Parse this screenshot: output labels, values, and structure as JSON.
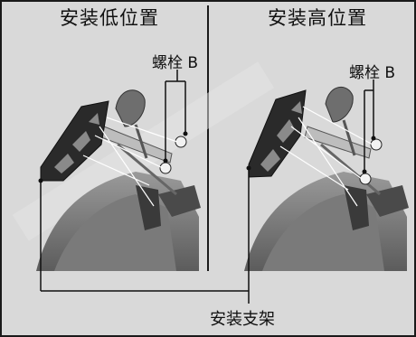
{
  "panels": {
    "left_title": "安装低位置",
    "right_title": "安装高位置"
  },
  "labels": {
    "bolt_left": "螺栓 B",
    "bolt_right": "螺栓 B",
    "bracket": "安装支架"
  },
  "colors": {
    "background": "#d9d9d9",
    "border": "#1a1a1a",
    "leader_line": "#ffffff",
    "bracket_metal": "#2a2a2a"
  }
}
